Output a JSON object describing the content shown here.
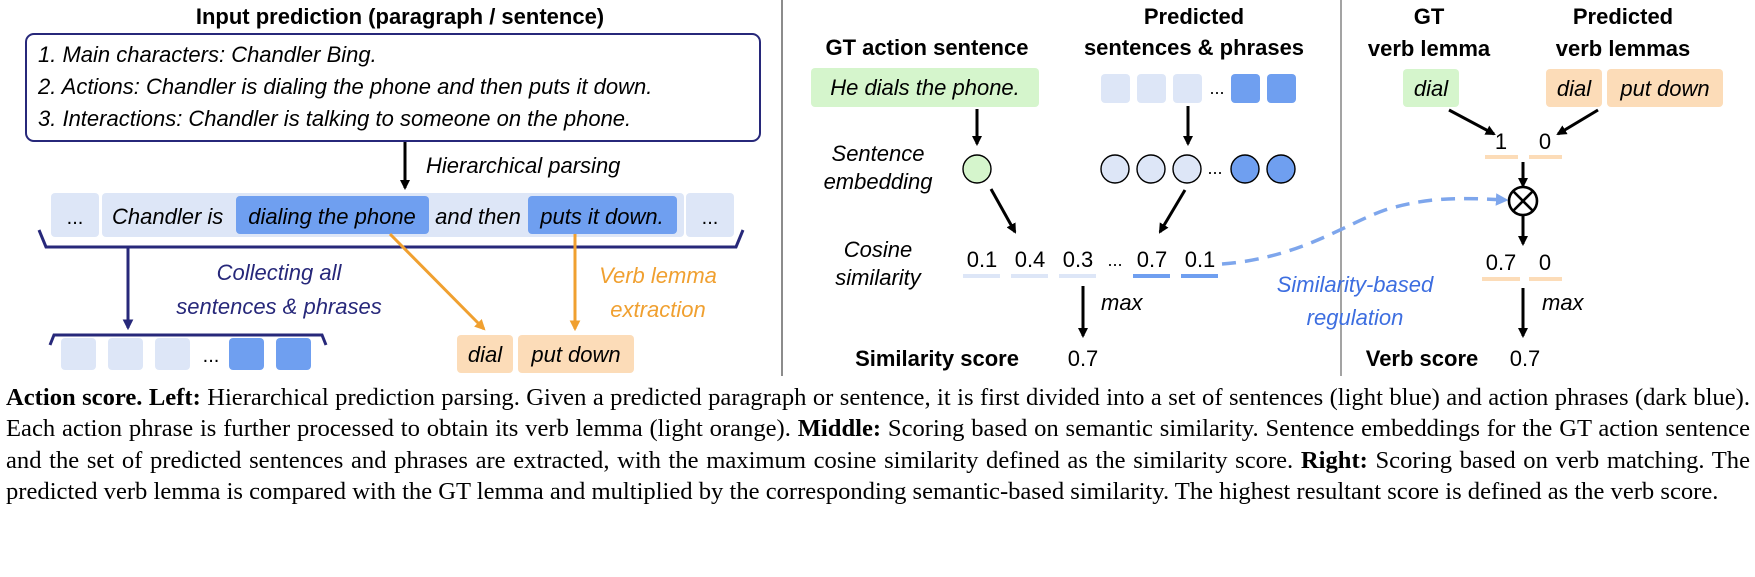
{
  "left": {
    "title": "Input prediction (paragraph / sentence)",
    "lines": [
      "1. Main characters: Chandler Bing.",
      "2. Actions: Chandler is dialing the phone and then puts it down.",
      "3. Interactions: Chandler is talking to someone on the phone."
    ],
    "parsing_label": "Hierarchical parsing",
    "ellipsis": "...",
    "sentence_parts": [
      "Chandler is",
      "dialing the phone",
      "and then",
      "puts it down."
    ],
    "collect_label": [
      "Collecting all",
      "sentences & phrases"
    ],
    "verb_label": [
      "Verb lemma",
      "extraction"
    ],
    "lemmas": [
      "dial",
      "put down"
    ]
  },
  "middle": {
    "gt_header": "GT action sentence",
    "gt_sentence": "He dials the phone.",
    "pred_header": [
      "Predicted",
      "sentences & phrases"
    ],
    "embed_label": [
      "Sentence",
      "embedding"
    ],
    "cos_label": [
      "Cosine",
      "similarity"
    ],
    "values_left": [
      "0.1",
      "0.4",
      "0.3"
    ],
    "values_right": [
      "0.7",
      "0.1"
    ],
    "max_label": "max",
    "score_label": "Similarity score",
    "score_value": "0.7",
    "regulation_label": [
      "Similarity-based",
      "regulation"
    ]
  },
  "right": {
    "gt_header": [
      "GT",
      "verb lemma"
    ],
    "gt_lemma": "dial",
    "pred_header": [
      "Predicted",
      "verb lemmas"
    ],
    "pred_lemmas": [
      "dial",
      "put down"
    ],
    "match_values": [
      "1",
      "0"
    ],
    "product_values": [
      "0.7",
      "0"
    ],
    "max_label": "max",
    "score_label": "Verb score",
    "score_value": "0.7"
  },
  "caption": {
    "title": "Action score.",
    "left_label": "Left:",
    "left_text": " Hierarchical prediction parsing. Given a predicted paragraph or sentence, it is first divided into a set of sentences (light blue) and action phrases (dark blue). Each action phrase is further processed to obtain its verb lemma (light orange). ",
    "middle_label": "Middle:",
    "middle_text": " Scoring based on semantic similarity. Sentence embeddings for the GT action sentence and the set of predicted sentences and phrases are extracted, with the maximum cosine similarity defined as the similarity score. ",
    "right_label": "Right:",
    "right_text": " Scoring based on verb matching. The predicted verb lemma is compared with the GT lemma and multiplied by the corresponding semantic-based similarity. The highest resultant score is defined as the verb score."
  },
  "colors": {
    "navy": "#27287a",
    "light_blue": "#dde6f7",
    "dark_blue": "#6f9ff0",
    "light_orange": "#fcdcb8",
    "orange": "#f0a030",
    "light_green": "#d5f5cc",
    "dashed_blue": "#7ea6ec",
    "regulation_text": "#3d6ee0"
  }
}
